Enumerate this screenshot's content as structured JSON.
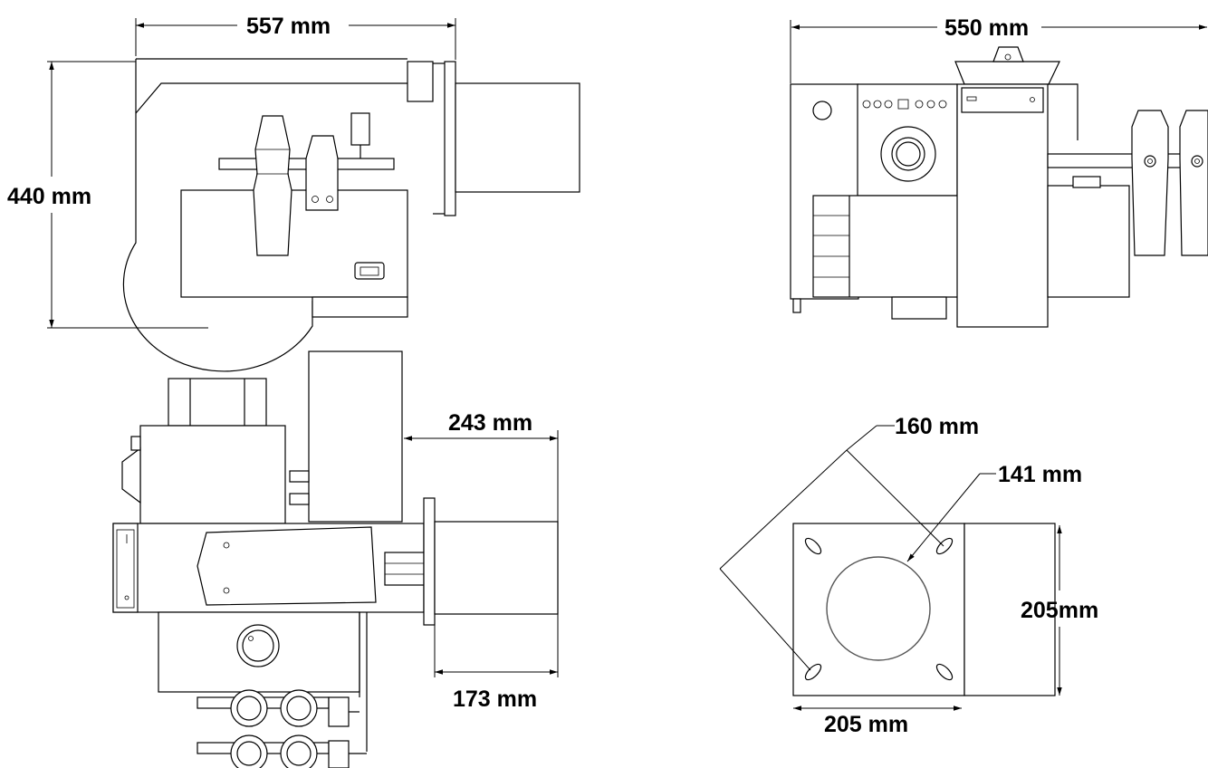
{
  "views": {
    "side_view": {
      "width_label": "557 mm",
      "height_label": "440 mm"
    },
    "rear_view": {
      "width_label": "550 mm"
    },
    "top_view": {
      "tube_length_label": "243 mm",
      "flange_length_label": "173 mm"
    },
    "flange_view": {
      "diagonal_label": "160 mm",
      "hole_circle_label": "141 mm",
      "height_label": "205mm",
      "width_label": "205 mm"
    }
  }
}
